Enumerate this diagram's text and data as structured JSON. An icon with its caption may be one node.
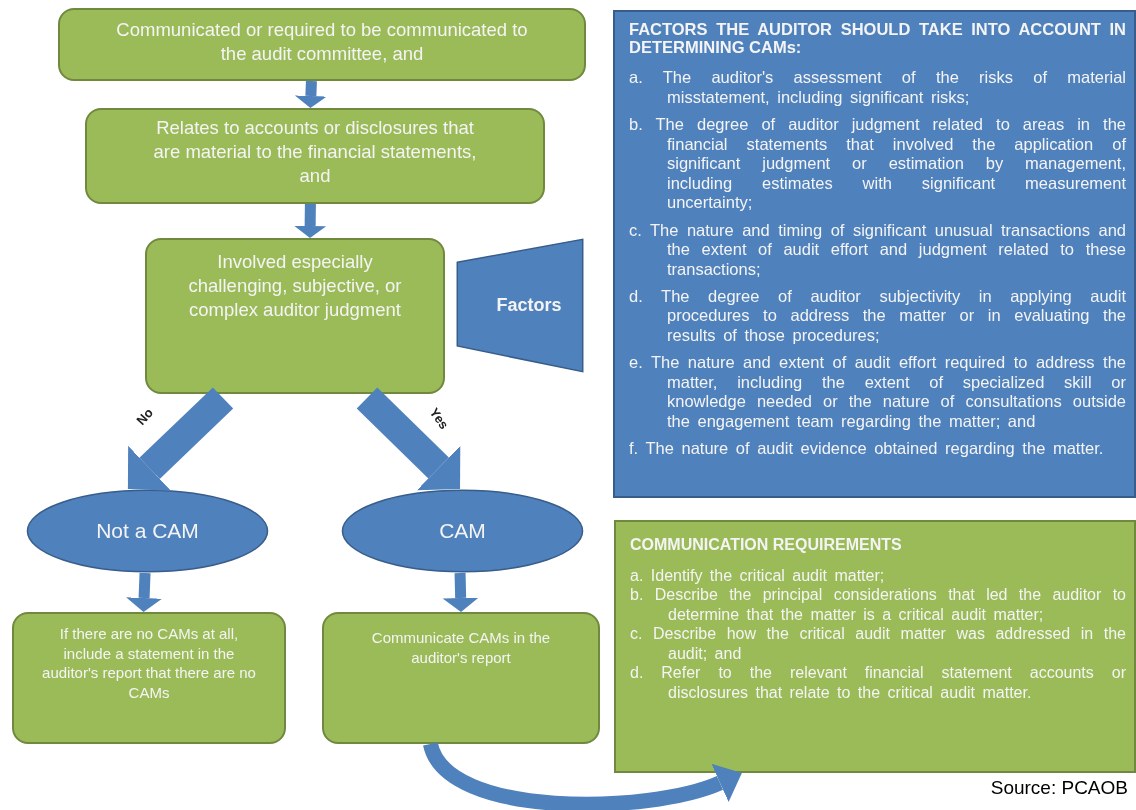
{
  "diagram": {
    "nodes": [
      {
        "text": [
          "Communicated or required to be communicated to the audit committee, and"
        ]
      },
      {
        "text": [
          "Relates to accounts or disclosures that are material to the financial statements, and"
        ]
      },
      {
        "text": [
          "Involved especially challenging, subjective, or complex auditor judgment"
        ]
      },
      {
        "text": [
          "Factors"
        ]
      },
      {
        "text": [
          "FACTORS THE AUDITOR SHOULD TAKE INTO ACCOUNT IN DETERMINING CAMs:",
          "a. The auditor's assessment of the risks of material misstatement, including significant risks;",
          "b. The degree of auditor judgment related to areas in the financial statements that involved the application of significant judgment or estimation by management, including estimates with significant measurement uncertainty;",
          "c. The nature and timing of significant unusual transactions and the extent of audit effort and judgment related to these transactions;",
          "d. The degree of auditor subjectivity in applying audit procedures to address the matter or in evaluating the results of those procedures;",
          "e. The nature and extent of audit effort required to address the matter, including the extent of specialized skill or knowledge needed or the nature of consultations outside the engagement team regarding the matter; and",
          "f. The nature of audit evidence obtained regarding the matter."
        ]
      },
      {
        "text": [
          "Not a CAM"
        ]
      },
      {
        "text": [
          "CAM"
        ]
      },
      {
        "text": [
          "If there are no CAMs at all, include a statement in the auditor's report that there are no CAMs"
        ]
      },
      {
        "text": [
          "Communicate CAMs in the auditor's report"
        ]
      },
      {
        "text": [
          "COMMUNICATION REQUIREMENTS",
          "a. Identify the critical audit matter;",
          "b. Describe the principal considerations that led the auditor to determine that the matter is a critical audit matter;",
          "c. Describe how the critical audit matter was addressed in the audit; and",
          "d. Refer to the relevant financial statement accounts or disclosures that relate to the critical audit matter."
        ]
      }
    ],
    "edges": [
      {
        "from": 0,
        "to": 1,
        "arrow": "to"
      },
      {
        "from": 1,
        "to": 2,
        "arrow": "to"
      },
      {
        "from": 2,
        "to": 5,
        "arrow": "to",
        "label": "No",
        "style": "thick"
      },
      {
        "from": 2,
        "to": 6,
        "arrow": "to",
        "label": "Yes",
        "style": "thick"
      },
      {
        "from": 5,
        "to": 7,
        "arrow": "to"
      },
      {
        "from": 6,
        "to": 8,
        "arrow": "to"
      },
      {
        "from": 8,
        "to": 9,
        "arrow": "to"
      }
    ],
    "labels": [
      "Source: PCAOB"
    ]
  }
}
